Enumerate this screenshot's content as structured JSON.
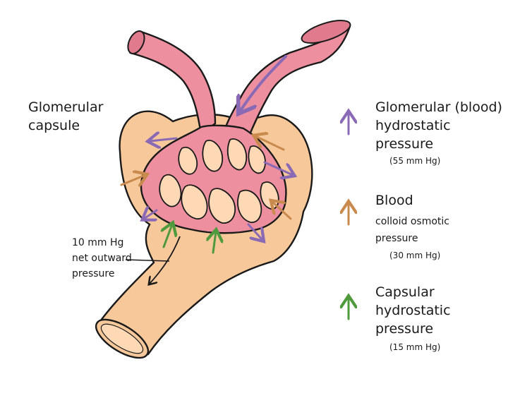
{
  "colors": {
    "capsule_fill": "#f7c89a",
    "capsule_stroke": "#1a1a1a",
    "vessel_fill": "#ee8f9f",
    "vessel_dark": "#e07b8e",
    "lumen": "#ffd9b5",
    "purple": "#8a6ab5",
    "orange": "#c98a4e",
    "green": "#4e9a3c"
  },
  "labels": {
    "capsule_line1": "Glomerular",
    "capsule_line2": "capsule",
    "net_line1": "10 mm Hg",
    "net_line2": "net outward",
    "net_line3": "pressure"
  },
  "legend": [
    {
      "arrow_color": "purple",
      "icon": "up-arrow-icon",
      "line1": "Glomerular (blood)",
      "line2": "hydrostatic",
      "line3": "pressure",
      "value": "(55 mm Hg)"
    },
    {
      "arrow_color": "orange",
      "icon": "up-arrow-icon",
      "line1": "Blood",
      "line2": "colloid osmotic",
      "line3": "pressure",
      "value": "(30 mm Hg)"
    },
    {
      "arrow_color": "green",
      "icon": "up-arrow-icon",
      "line1": "Capsular",
      "line2": "hydrostatic",
      "line3": "pressure",
      "value": "(15 mm Hg)"
    }
  ]
}
